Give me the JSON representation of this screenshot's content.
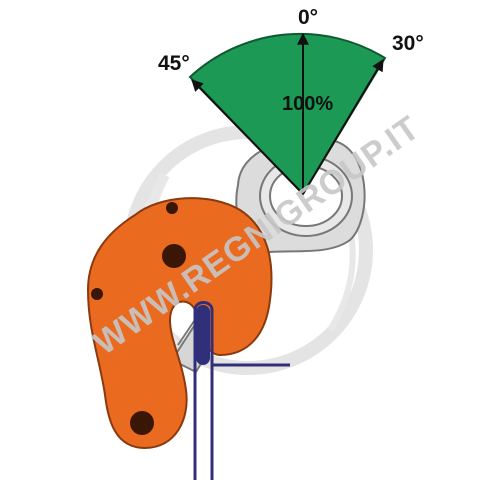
{
  "diagram": {
    "angles": {
      "left": "45°",
      "top": "0°",
      "right": "30°"
    },
    "capacity_label": "100%",
    "watermark": "WWW.REGNIGROUP.IT",
    "colors": {
      "sector_fill": "#1c9a55",
      "sector_stroke": "#0f5a30",
      "clamp_body": "#ea6a20",
      "clamp_outline": "#8a3a0e",
      "holes": "#3a1607",
      "shackle": "#d9d9d9",
      "shackle_outline": "#666666",
      "plate": "#2f2f7a",
      "watermark": "#c6c6c6"
    },
    "icons": [
      "lifting-clamp-icon",
      "shackle-ring-icon",
      "angle-sector-icon"
    ]
  }
}
